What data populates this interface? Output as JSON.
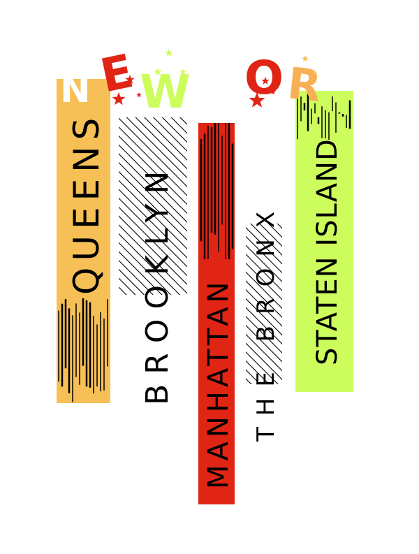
{
  "title_letters": [
    {
      "text": "N",
      "color": "#ffffff"
    },
    {
      "text": "E",
      "color": "#e02514"
    },
    {
      "text": "W",
      "color": "#cdfd5d"
    },
    {
      "text": "O",
      "color": "#e02514"
    },
    {
      "text": "R",
      "color": "#f7b055"
    }
  ],
  "boroughs": [
    {
      "name": "QUEENS",
      "color": "#f7c056"
    },
    {
      "name": "BROOKLYN",
      "color": "#000000"
    },
    {
      "name": "MANHATTAN",
      "color": "#e02514"
    },
    {
      "name": "THE BRONX",
      "color": "#000000"
    },
    {
      "name": "STATEN ISLAND",
      "color": "#cdfd5d"
    }
  ],
  "palette": {
    "yellow": "#f7c056",
    "red": "#e02514",
    "lime": "#cdfd5d",
    "ink": "#000000",
    "paper": "#ffffff"
  },
  "decorations": [
    "star-icon",
    "hatch-pattern",
    "vertical-stripes"
  ]
}
